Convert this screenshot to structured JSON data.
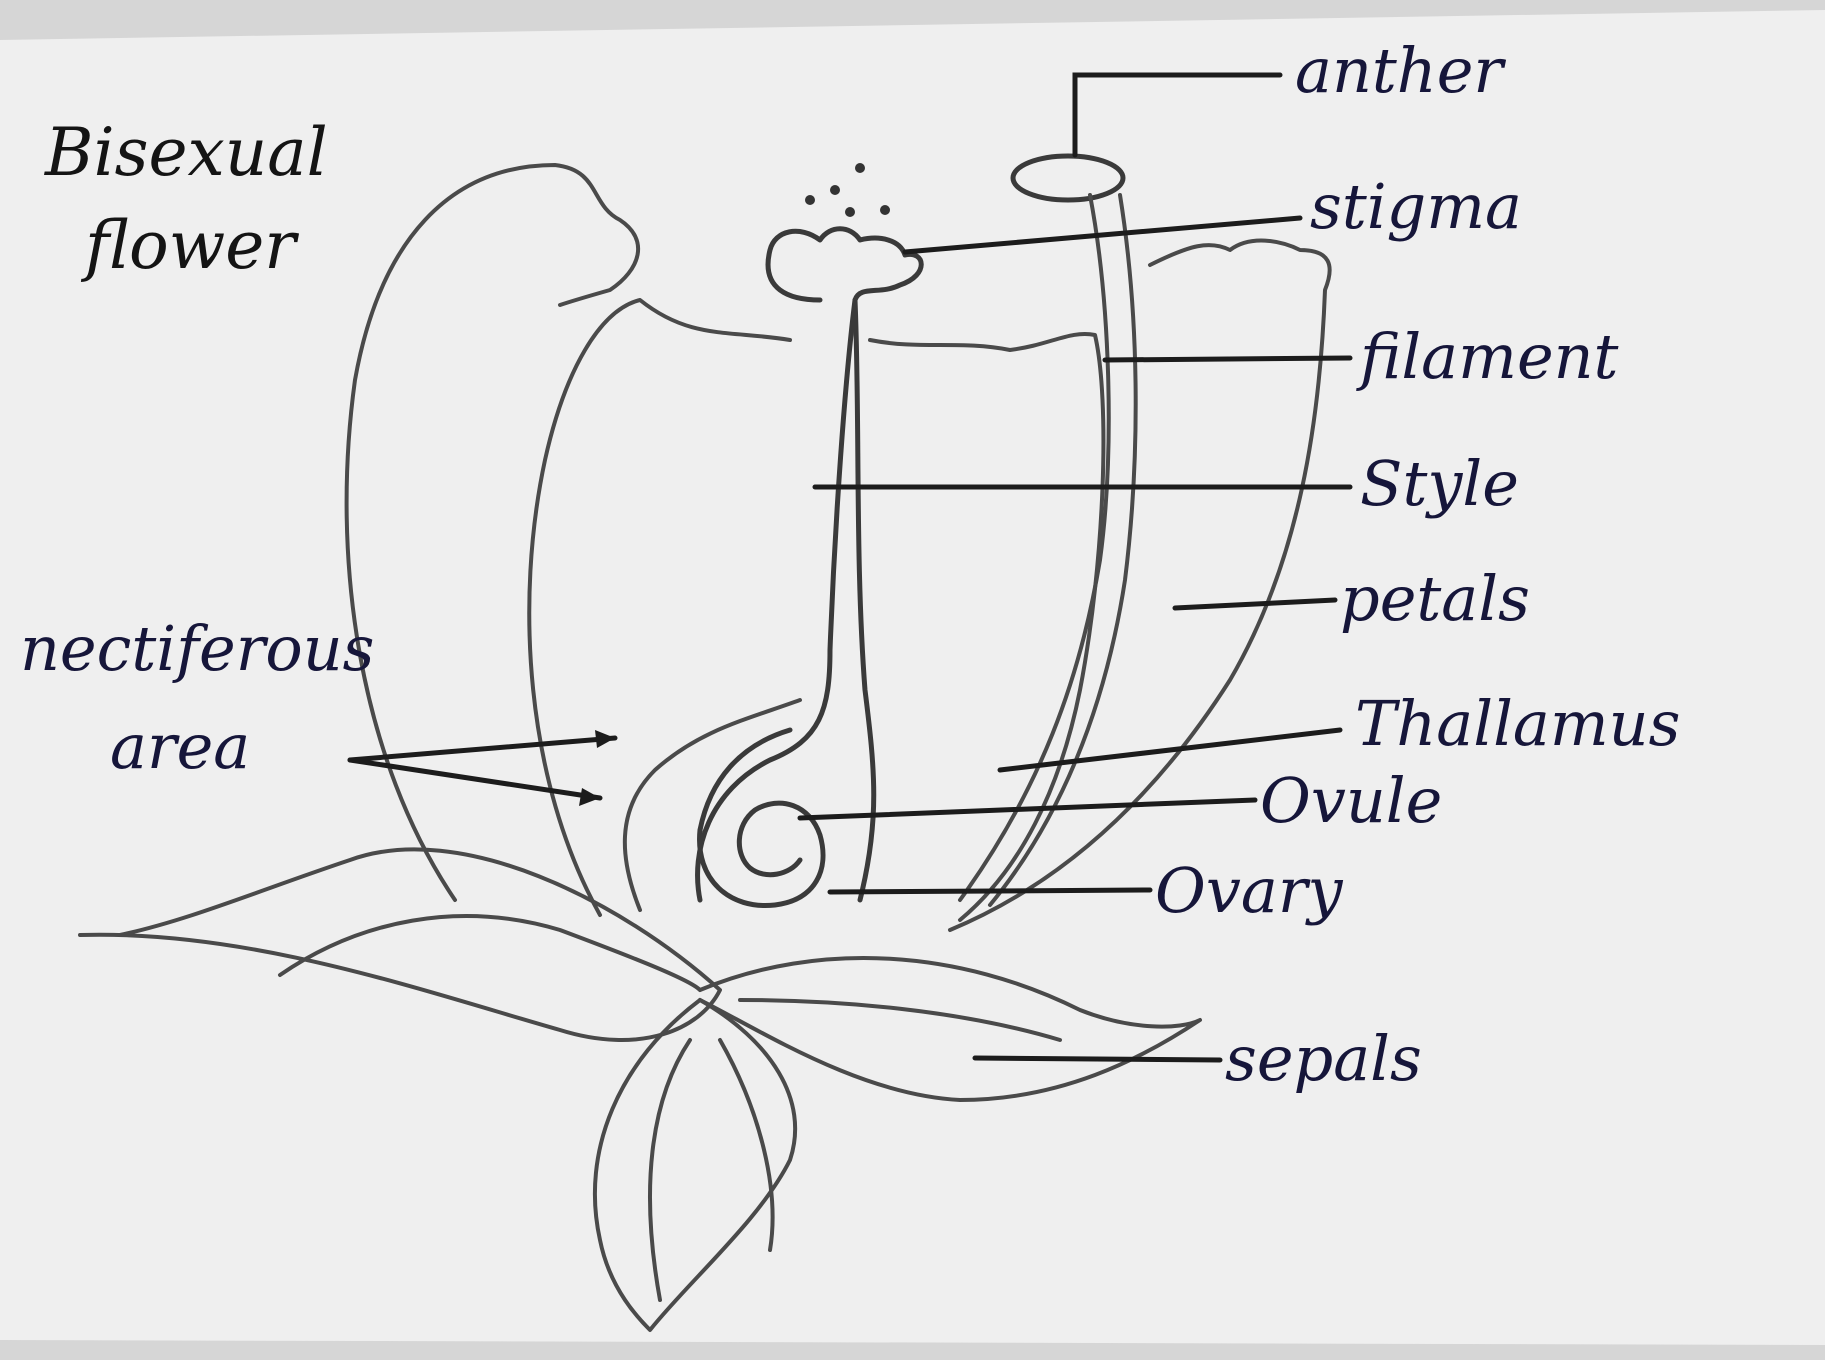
{
  "diagram": {
    "title_line1": "Bisexual",
    "title_line2": "flower",
    "labels": {
      "anther": "anther",
      "stigma": "stigma",
      "filament": "filament",
      "style": "Style",
      "petals": "petals",
      "thallamus": "Thallamus",
      "ovule": "Ovule",
      "ovary": "Ovary",
      "sepals": "sepals",
      "nectiferous_line1": "nectiferous",
      "nectiferous_line2": "area"
    }
  },
  "colors": {
    "paper": "#efefef",
    "pencil": "#3a3a3a",
    "label_ink": "#16163a"
  }
}
